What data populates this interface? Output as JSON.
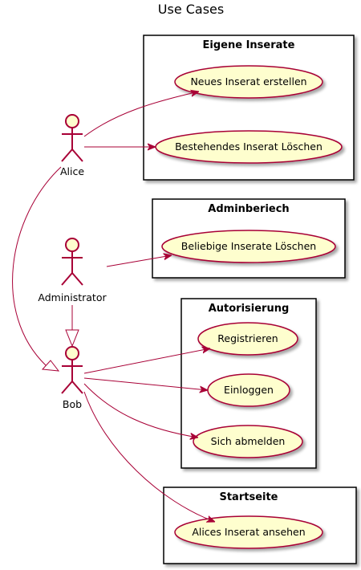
{
  "title": "Use Cases",
  "colors": {
    "line": "#A80036",
    "usecase_fill": "#FEFECE",
    "package_border": "#000000",
    "shadow": "#C8C8C8"
  },
  "packages": {
    "eigene": {
      "title": "Eigene Inserate",
      "usecases": [
        "Neues Inserat erstellen",
        "Bestehendes Inserat Löschen"
      ]
    },
    "admin": {
      "title": "Adminberiech",
      "usecases": [
        "Beliebige Inserate Löschen"
      ]
    },
    "auth": {
      "title": "Autorisierung",
      "usecases": [
        "Registrieren",
        "Einloggen",
        "Sich abmelden"
      ]
    },
    "start": {
      "title": "Startseite",
      "usecases": [
        "Alices Inserat ansehen"
      ]
    }
  },
  "actors": {
    "alice": "Alice",
    "administrator": "Administrator",
    "bob": "Bob"
  }
}
